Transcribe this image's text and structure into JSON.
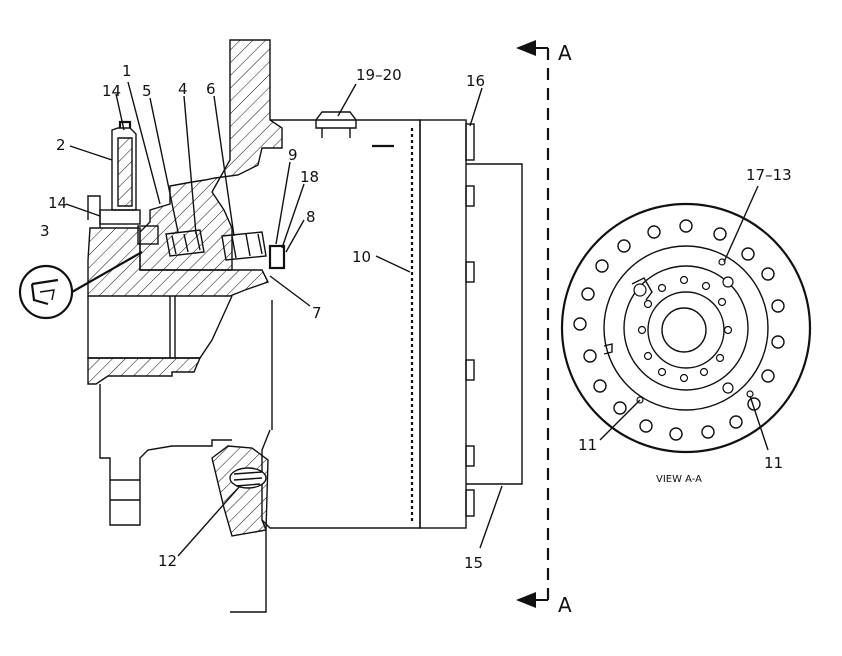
{
  "callouts": {
    "c1": "1",
    "c2": "2",
    "c3": "3",
    "c4": "4",
    "c5": "5",
    "c6": "6",
    "c7": "7",
    "c8": "8",
    "c9": "9",
    "c10": "10",
    "c11a": "11",
    "c11b": "11",
    "c12": "12",
    "c14a": "14",
    "c14b": "14",
    "c15": "15",
    "c16": "16",
    "c17_13": "17–13",
    "c18": "18",
    "c19_20": "19–20"
  },
  "section_marks": {
    "top": "A",
    "bottom": "A"
  },
  "view_label": "VIEW A-A"
}
